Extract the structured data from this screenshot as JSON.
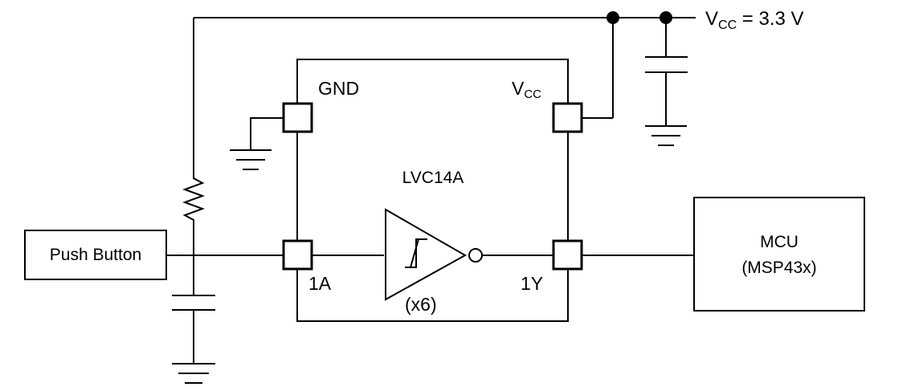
{
  "supply": {
    "v": "V",
    "sub": "CC",
    "value": " = 3.3 V"
  },
  "ic": {
    "name": "LVC14A",
    "gnd_label": "GND",
    "vcc_v": "V",
    "vcc_sub": "CC",
    "pin_in": "1A",
    "pin_out": "1Y",
    "count": "(x6)"
  },
  "push_button": {
    "label": "Push Button"
  },
  "mcu": {
    "line1": "MCU",
    "line2": "(MSP43x)"
  },
  "colors": {
    "line": "#000000",
    "background": "#ffffff"
  }
}
